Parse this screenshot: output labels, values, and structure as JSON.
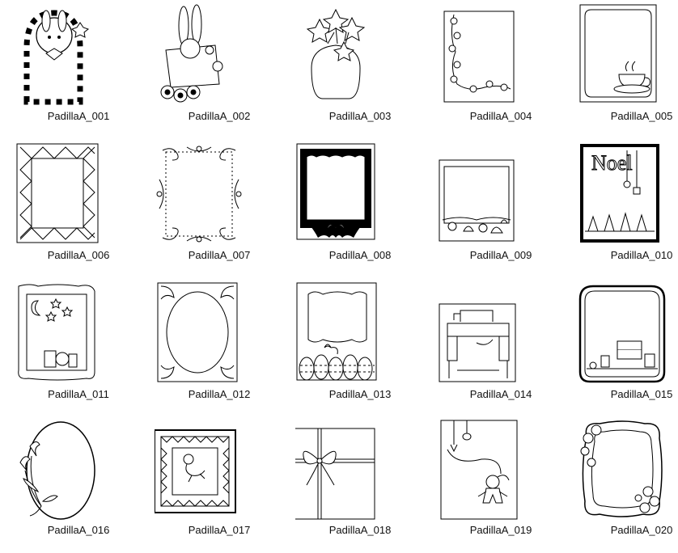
{
  "thumbnails": [
    {
      "label": "PadillaA_001",
      "icon": "checkered-bunny-frame-icon"
    },
    {
      "label": "PadillaA_002",
      "icon": "bunny-daisy-frame-icon"
    },
    {
      "label": "PadillaA_003",
      "icon": "flower-vase-icon"
    },
    {
      "label": "PadillaA_004",
      "icon": "floral-vine-frame-icon"
    },
    {
      "label": "PadillaA_005",
      "icon": "teacup-frame-icon"
    },
    {
      "label": "PadillaA_006",
      "icon": "triangle-border-frame-icon"
    },
    {
      "label": "PadillaA_007",
      "icon": "ornate-scroll-frame-icon"
    },
    {
      "label": "PadillaA_008",
      "icon": "bat-black-frame-icon"
    },
    {
      "label": "PadillaA_009",
      "icon": "seashell-frame-icon"
    },
    {
      "label": "PadillaA_010",
      "icon": "noel-christmas-frame-icon"
    },
    {
      "label": "PadillaA_011",
      "icon": "moon-stars-frame-icon"
    },
    {
      "label": "PadillaA_012",
      "icon": "oval-corner-frame-icon"
    },
    {
      "label": "PadillaA_013",
      "icon": "easter-eggs-frame-icon"
    },
    {
      "label": "PadillaA_014",
      "icon": "sewing-desk-frame-icon"
    },
    {
      "label": "PadillaA_015",
      "icon": "sewing-machine-frame-icon"
    },
    {
      "label": "PadillaA_016",
      "icon": "calla-lily-oval-frame-icon"
    },
    {
      "label": "PadillaA_017",
      "icon": "baby-quilt-frame-icon"
    },
    {
      "label": "PadillaA_018",
      "icon": "gift-bow-frame-icon"
    },
    {
      "label": "PadillaA_019",
      "icon": "gingerbread-frame-icon"
    },
    {
      "label": "PadillaA_020",
      "icon": "flower-wreath-frame-icon"
    }
  ]
}
